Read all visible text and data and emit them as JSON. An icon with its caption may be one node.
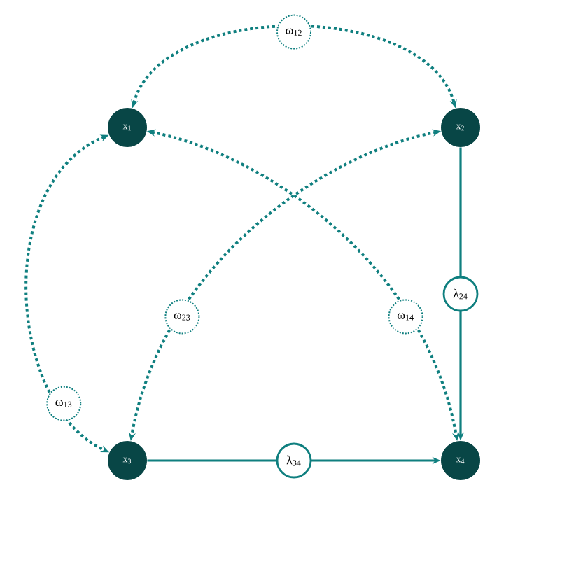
{
  "diagram": {
    "nodes": [
      {
        "text": [
          "x$_{1}$"
        ]
      },
      {
        "text": [
          "x$_{2}$"
        ]
      },
      {
        "text": [
          "x$_{3}$"
        ]
      },
      {
        "text": [
          "x$_{4}$"
        ]
      }
    ],
    "edges": [
      {
        "from": 0,
        "to": 1,
        "arrow": "both",
        "label": "ω$_{12}$",
        "style": "dashed"
      },
      {
        "from": 0,
        "to": 2,
        "arrow": "both",
        "label": "ω$_{13}$",
        "style": "dashed"
      },
      {
        "from": 0,
        "to": 3,
        "arrow": "both",
        "label": "ω$_{14}$",
        "style": "dashed"
      },
      {
        "from": 1,
        "to": 2,
        "arrow": "both",
        "label": "ω$_{23}$",
        "style": "dashed"
      },
      {
        "from": 1,
        "to": 3,
        "arrow": "to",
        "label": "λ$_{24}$"
      },
      {
        "from": 2,
        "to": 3,
        "arrow": "to",
        "label": "λ$_{34}$"
      }
    ]
  }
}
